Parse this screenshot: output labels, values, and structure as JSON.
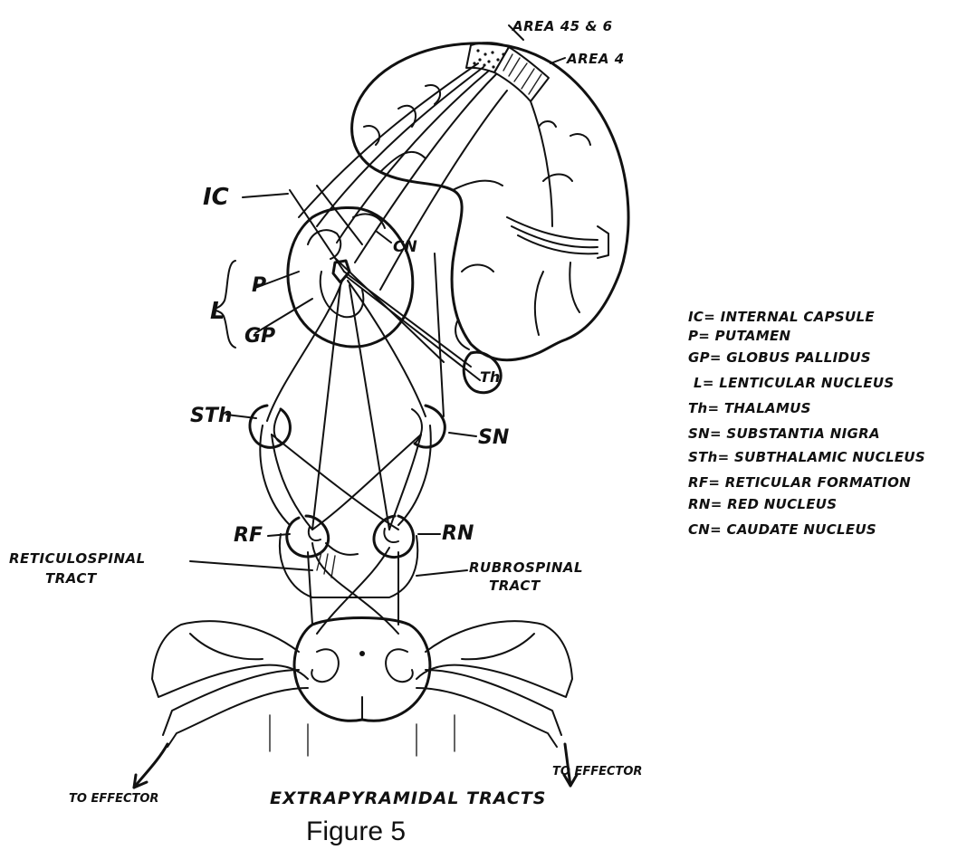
{
  "figure": {
    "caption": "EXTRAPYRAMIDAL TRACTS",
    "number": "Figure 5"
  },
  "labels": {
    "area_45_6": "AREA 45 & 6",
    "area_4": "AREA 4",
    "ic": "IC",
    "cn": "CN",
    "l": "L",
    "p": "P",
    "gp": "GP",
    "th": "Th",
    "sth": "STh",
    "sn": "SN",
    "rf": "RF",
    "rn": "RN",
    "reticulospinal_1": "RETICULOSPINAL",
    "reticulospinal_2": "TRACT",
    "rubrospinal_1": "RUBROSPINAL",
    "rubrospinal_2": "TRACT",
    "effector_left": "TO EFFECTOR",
    "effector_right": "TO EFFECTOR"
  },
  "legend": [
    "IC= INTERNAL CAPSULE",
    "P= PUTAMEN",
    "GP= GLOBUS PALLIDUS",
    "L= LENTICULAR NUCLEUS",
    "Th= THALAMUS",
    "SN= SUBSTANTIA NIGRA",
    "STh= SUBTHALAMIC NUCLEUS",
    "RF= RETICULAR FORMATION",
    "RN= RED NUCLEUS",
    "CN= CAUDATE NUCLEUS"
  ]
}
